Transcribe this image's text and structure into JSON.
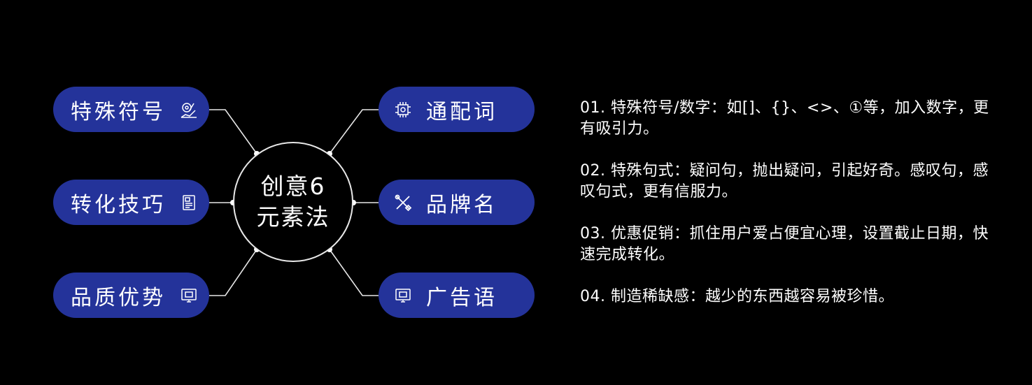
{
  "center": {
    "line1": "创意6",
    "line2": "元素法"
  },
  "nodes": {
    "left": [
      {
        "label": "特殊符号",
        "icon": "dial-chart-icon"
      },
      {
        "label": "转化技巧",
        "icon": "document-icon"
      },
      {
        "label": "品质优势",
        "icon": "monitor-icon"
      }
    ],
    "right": [
      {
        "label": "通配词",
        "icon": "chip-icon"
      },
      {
        "label": "品牌名",
        "icon": "tools-icon"
      },
      {
        "label": "广告语",
        "icon": "monitor-icon"
      }
    ]
  },
  "descriptions": [
    "01. 特殊符号/数字：如[]、{}、<>、①等，加入数字，更有吸引力。",
    "02. 特殊句式：疑问句，抛出疑问，引起好奇。感叹句，感叹句式，更有信服力。",
    "03. 优惠促销：抓住用户爱占便宜心理，设置截止日期，快速完成转化。",
    "04. 制造稀缺感：越少的东西越容易被珍惜。"
  ],
  "colors": {
    "background": "#000000",
    "pill": "#24339a",
    "line": "#e8e8e8",
    "text": "#ffffff"
  }
}
